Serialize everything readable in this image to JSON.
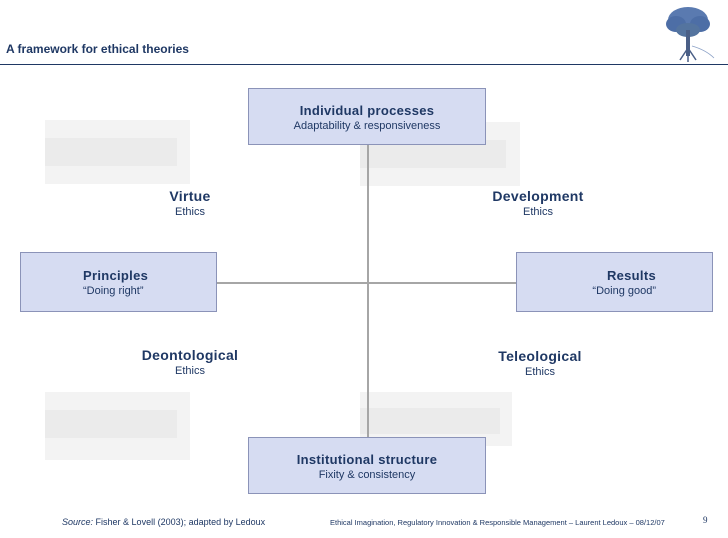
{
  "header": {
    "title": "A framework for ethical theories"
  },
  "diagram": {
    "top": {
      "heading": "Individual processes",
      "sub": "Adaptability & responsiveness"
    },
    "left": {
      "heading": "Principles",
      "sub": "“Doing right”"
    },
    "right": {
      "heading": "Results",
      "sub": "“Doing good”"
    },
    "bottom": {
      "heading": "Institutional structure",
      "sub": "Fixity & consistency"
    },
    "quadrants": {
      "top_left": {
        "heading": "Virtue",
        "sub": "Ethics"
      },
      "top_right": {
        "heading": "Development",
        "sub": "Ethics"
      },
      "bottom_left": {
        "heading": "Deontological",
        "sub": "Ethics"
      },
      "bottom_right": {
        "heading": "Teleological",
        "sub": "Ethics"
      }
    }
  },
  "footer": {
    "source_label": "Source:",
    "source_text": "Fisher & Lovell (2003); adapted by Ledoux",
    "credit": "Ethical Imagination, Regulatory Innovation & Responsible Management – Laurent Ledoux  –  08/12/07",
    "page_number": "9"
  },
  "colors": {
    "box_fill": "#d6dcf2",
    "box_border": "#8b93b8",
    "text": "#1f3864",
    "axis": "#a6a6a6"
  },
  "icons": [
    "tree-logo-icon"
  ]
}
